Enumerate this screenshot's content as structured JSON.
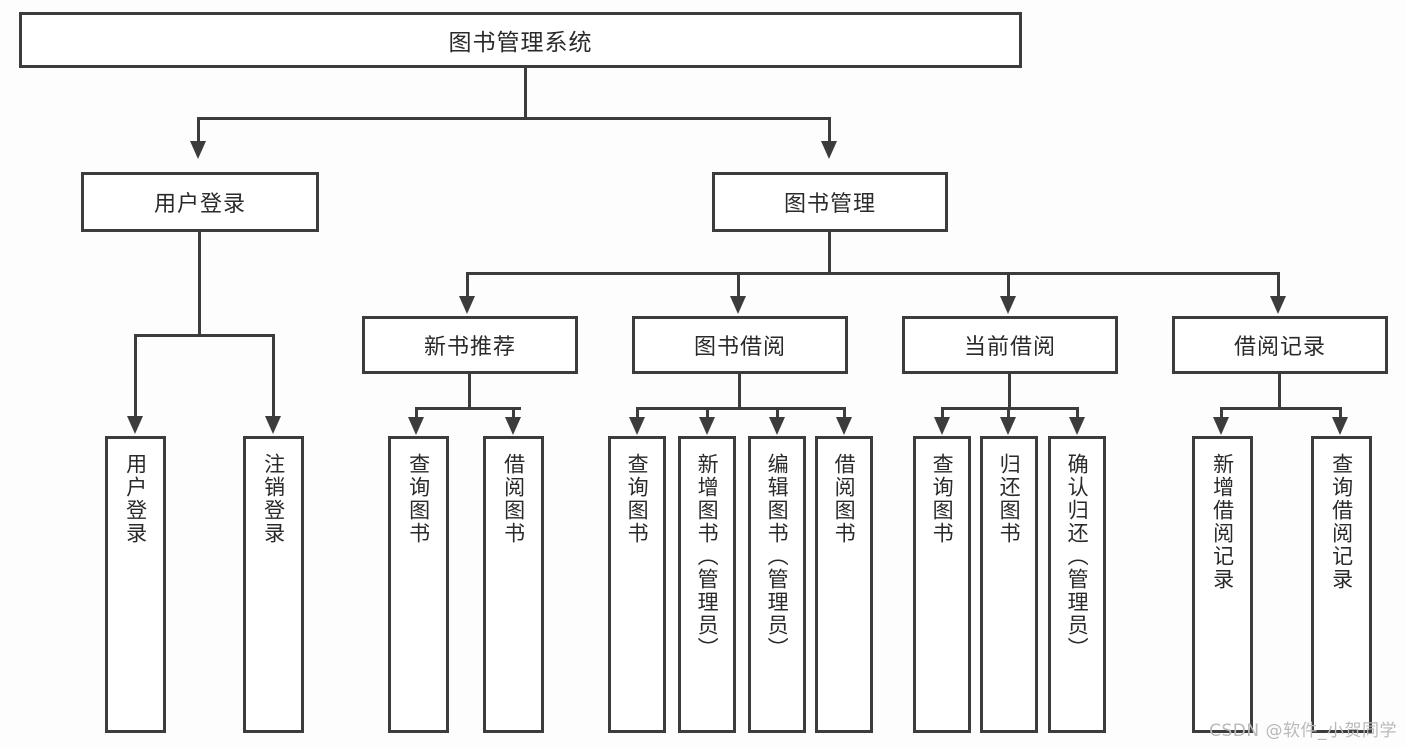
{
  "diagram": {
    "title": "图书管理系统",
    "watermark": "CSDN @软件_小贺同学",
    "colors": {
      "background": "#fdfdfd",
      "box_fill": "#ffffff",
      "stroke": "#3c3c3c",
      "text": "#2a2a2a",
      "watermark": "#b9b9b9"
    },
    "root": {
      "label": "图书管理系统"
    },
    "level2": [
      {
        "label": "用户登录"
      },
      {
        "label": "图书管理"
      }
    ],
    "level3": [
      {
        "label": "新书推荐"
      },
      {
        "label": "图书借阅"
      },
      {
        "label": "当前借阅"
      },
      {
        "label": "借阅记录"
      }
    ],
    "leaves": {
      "user_login": [
        {
          "label": "用户登录"
        },
        {
          "label": "注销登录"
        }
      ],
      "new_book_recommend": [
        {
          "label": "查询图书"
        },
        {
          "label": "借阅图书"
        }
      ],
      "book_borrow": [
        {
          "label": "查询图书"
        },
        {
          "label": "新增图书（管理员）"
        },
        {
          "label": "编辑图书（管理员）"
        },
        {
          "label": "借阅图书"
        }
      ],
      "current_borrow": [
        {
          "label": "查询图书"
        },
        {
          "label": "归还图书"
        },
        {
          "label": "确认归还（管理员）"
        }
      ],
      "borrow_record": [
        {
          "label": "新增借阅记录"
        },
        {
          "label": "查询借阅记录"
        }
      ]
    }
  }
}
